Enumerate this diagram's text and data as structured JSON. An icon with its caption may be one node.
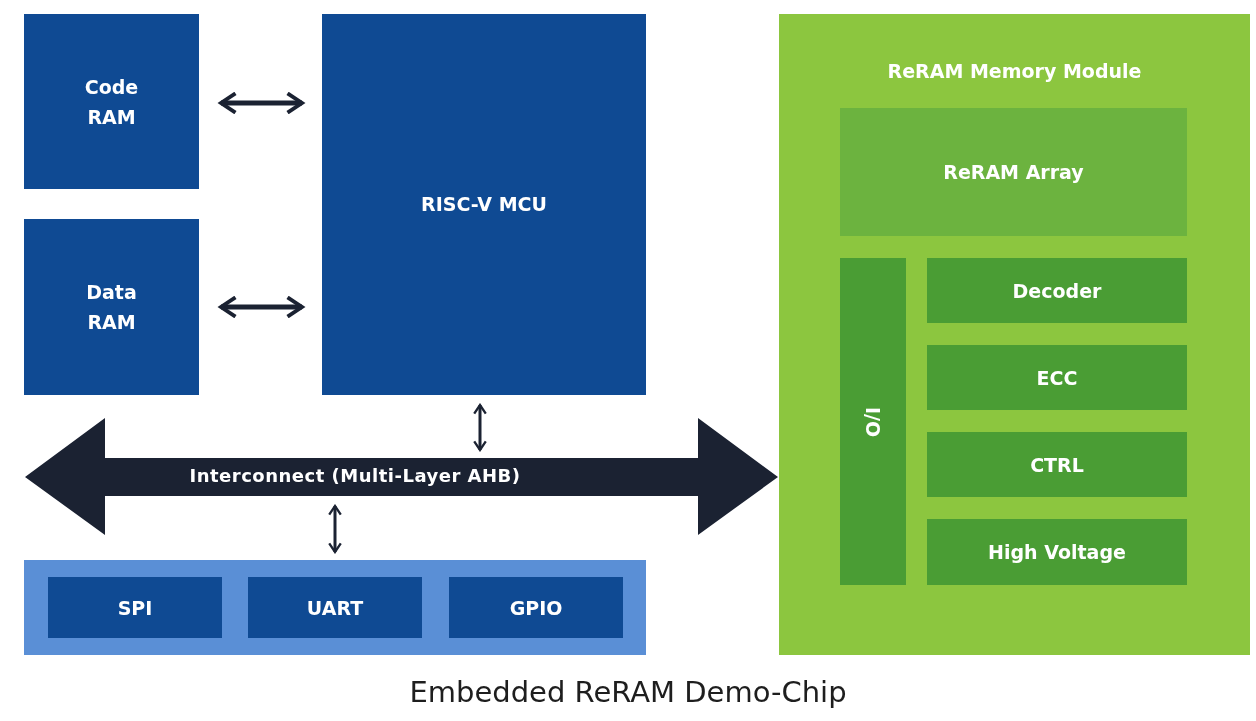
{
  "diagram": {
    "caption": "Embedded ReRAM Demo-Chip",
    "nodes": [
      {
        "text": [
          "Code RAM"
        ]
      },
      {
        "text": [
          "Data RAM"
        ]
      },
      {
        "text": [
          "RISC-V MCU"
        ]
      },
      {
        "text": [
          "Interconnect (Multi-Layer AHB)"
        ]
      },
      {
        "text": [],
        "shape": "box"
      },
      {
        "text": [
          "SPI"
        ],
        "in": 4
      },
      {
        "text": [
          "UART"
        ],
        "in": 4
      },
      {
        "text": [
          "GPIO"
        ],
        "in": 4
      },
      {
        "text": [
          "ReRAM Memory Module"
        ]
      },
      {
        "text": [
          "ReRAM Array"
        ],
        "in": 8
      },
      {
        "text": [
          "I/O"
        ],
        "in": 8
      },
      {
        "text": [
          "Decoder"
        ],
        "in": 8
      },
      {
        "text": [
          "ECC"
        ],
        "in": 8
      },
      {
        "text": [
          "CTRL"
        ],
        "in": 8
      },
      {
        "text": [
          "High Voltage"
        ],
        "in": 8
      }
    ],
    "edges": [
      {
        "from": 0,
        "to": 2,
        "arrow": "both"
      },
      {
        "from": 1,
        "to": 2,
        "arrow": "both"
      },
      {
        "from": 2,
        "to": 3,
        "arrow": "both"
      },
      {
        "from": 3,
        "to": 4,
        "arrow": "both"
      }
    ]
  }
}
